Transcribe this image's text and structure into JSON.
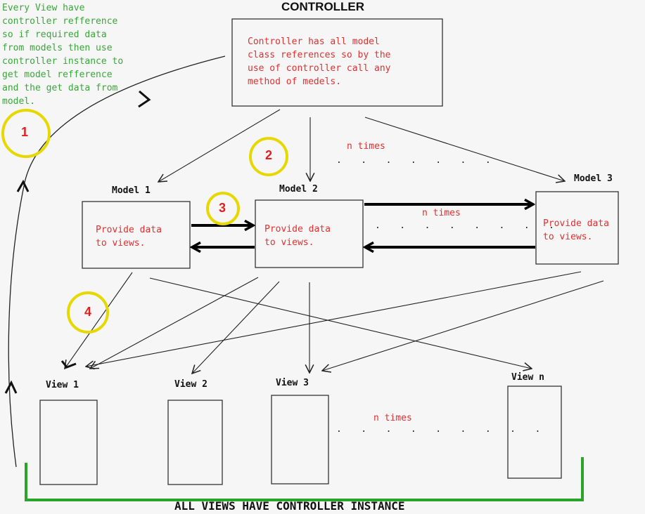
{
  "controller": {
    "title": "CONTROLLER",
    "description": "Controller has all model\nclass references so by the\nuse of controller call any\nmethod of medels."
  },
  "note_top_left": "Every View have\ncontroller refference\nso if required data\nfrom models then use\ncontroller instance to\nget model refference\nand the get data from\nmodel.",
  "models": [
    {
      "label": "Model 1",
      "text": "Provide data\nto views."
    },
    {
      "label": "Model 2",
      "text": "Provide data\nto views."
    },
    {
      "label": "Model 3",
      "text": "Provide data\nto views."
    }
  ],
  "views": [
    "View 1",
    "View 2",
    "View 3",
    "View n"
  ],
  "repeat_labels": {
    "models_top": "n times",
    "models_middle": "n times",
    "views": "n times"
  },
  "step_numbers": [
    "1",
    "2",
    "3",
    "4"
  ],
  "bottom_label": "ALL VIEWS HAVE CONTROLLER INSTANCE",
  "colors": {
    "note_green": "#3aa63a",
    "text_red": "#e03030",
    "circle_yellow": "#e6d800",
    "bracket_green": "#2aa52a"
  }
}
